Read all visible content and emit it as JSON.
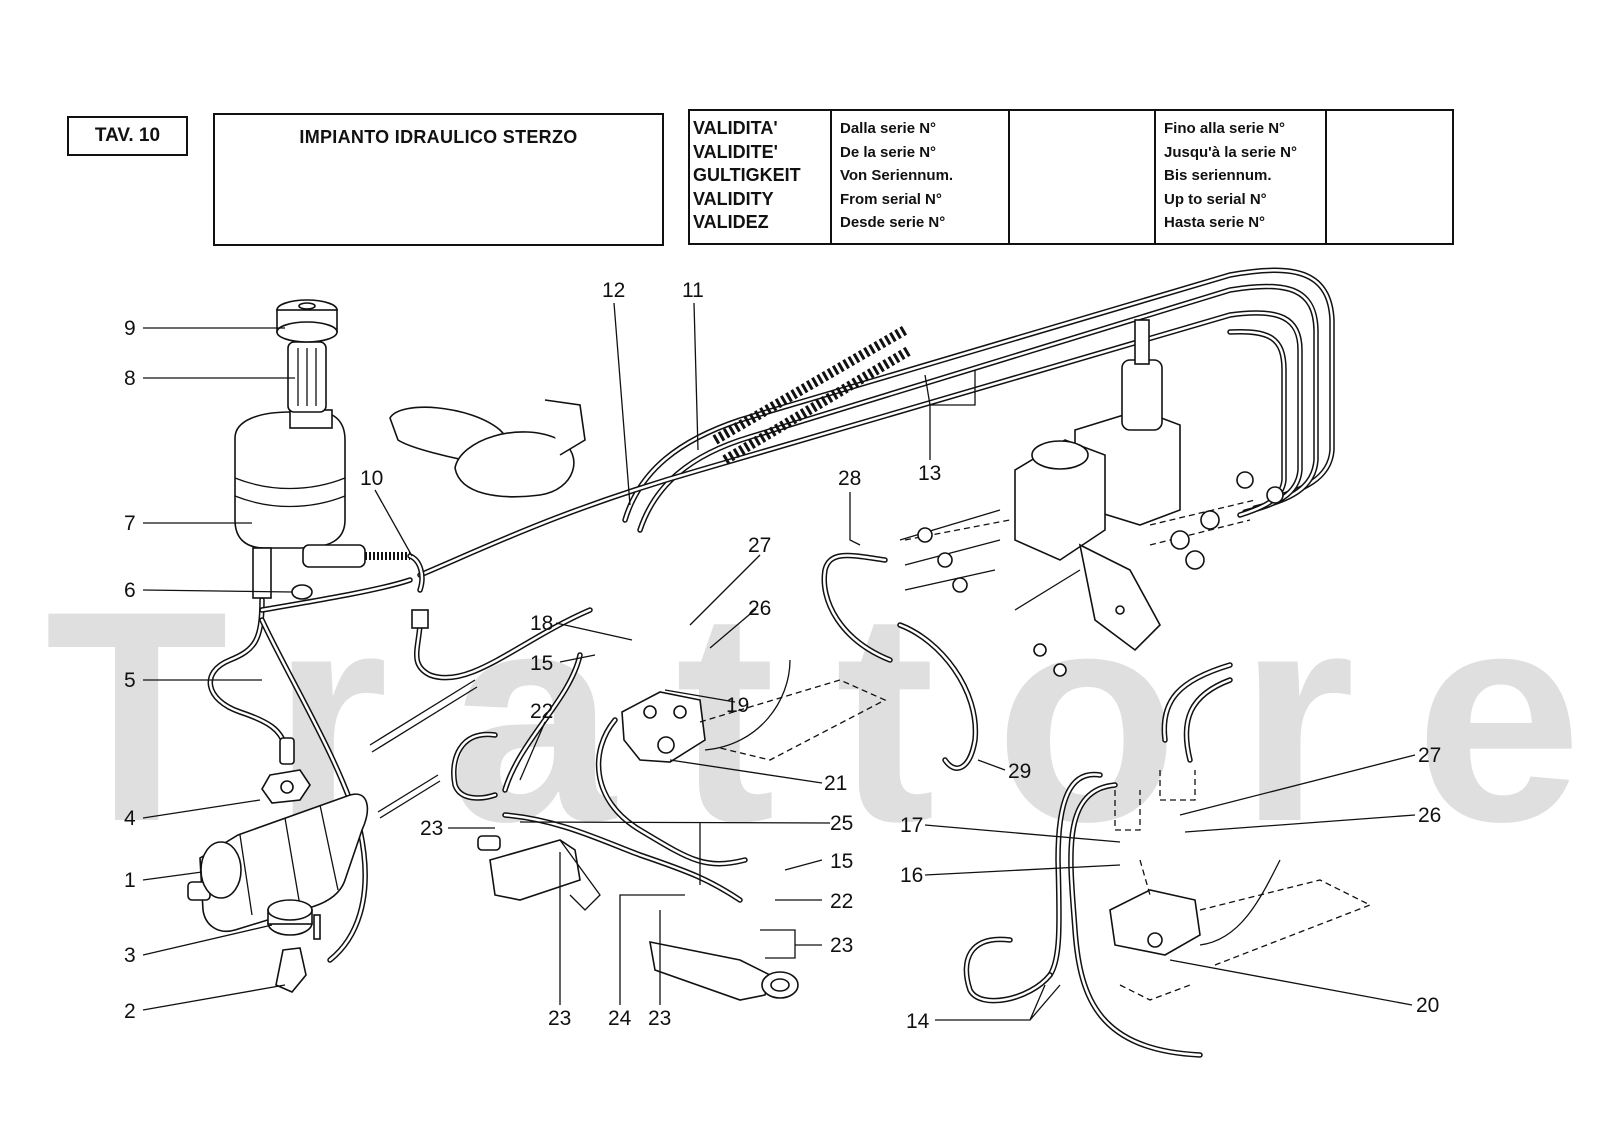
{
  "header": {
    "plate": "TAV. 10",
    "title": "IMPIANTO IDRAULICO STERZO"
  },
  "validity": {
    "labels": [
      "VALIDITA'",
      "VALIDITE'",
      "GULTIGKEIT",
      "VALIDITY",
      "VALIDEZ"
    ],
    "from": [
      "Dalla serie N°",
      "De la serie N°",
      "Von Seriennum.",
      "From serial N°",
      "Desde serie N°"
    ],
    "from_value": "",
    "to": [
      "Fino alla serie N°",
      "Jusqu'à la serie N°",
      "Bis seriennum.",
      "Up to serial N°",
      "Hasta serie N°"
    ],
    "to_value": ""
  },
  "watermark": "Trattore.iT",
  "callouts": [
    "9",
    "8",
    "7",
    "6",
    "5",
    "4",
    "1",
    "3",
    "2",
    "10",
    "12",
    "11",
    "13",
    "28",
    "27",
    "26",
    "18",
    "15",
    "22",
    "19",
    "21",
    "23",
    "25",
    "15",
    "22",
    "23",
    "23",
    "24",
    "23",
    "29",
    "27",
    "17",
    "26",
    "16",
    "20",
    "14"
  ]
}
